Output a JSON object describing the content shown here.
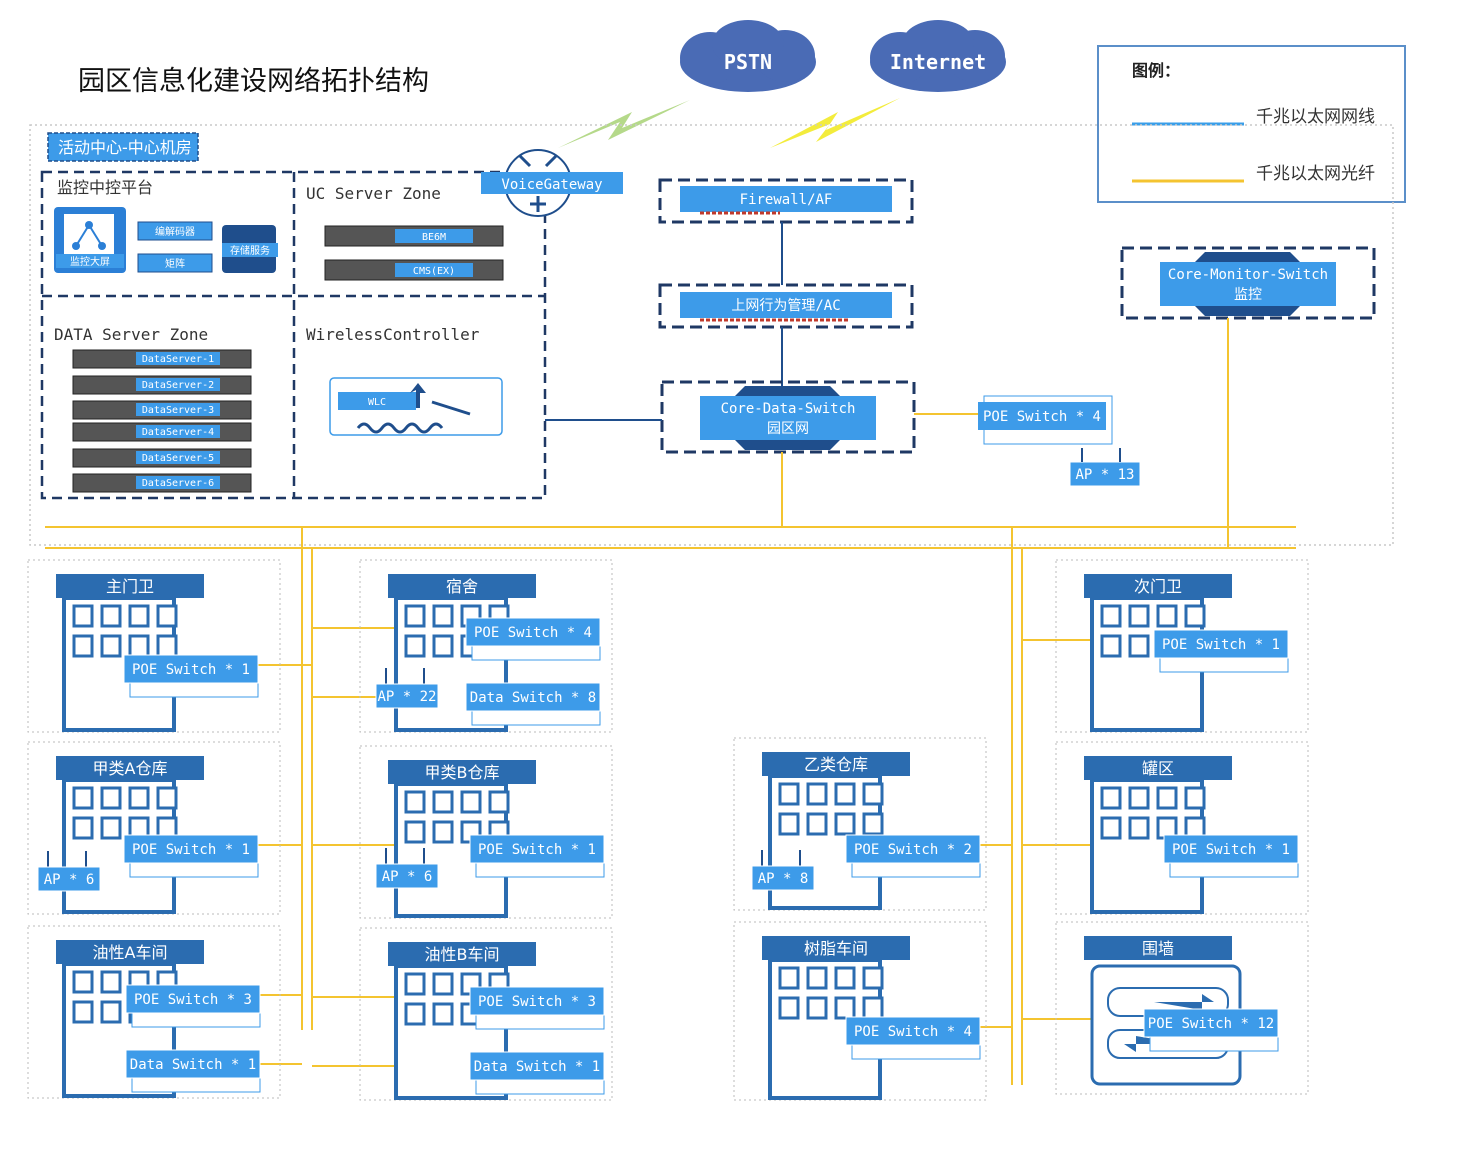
{
  "title": "园区信息化建设网络拓扑结构",
  "clouds": {
    "pstn": "PSTN",
    "internet": "Internet"
  },
  "legend": {
    "title": "图例：",
    "copper": "千兆以太网网线",
    "fiber": "千兆以太网光纤",
    "copper_color": "#3a9ee8",
    "fiber_color": "#f4c430"
  },
  "colors": {
    "accent": "#3d9be9",
    "dark": "#1f4e8c",
    "cloud": "#4a6bb5"
  },
  "datacenter": {
    "label": "活动中心-中心机房",
    "monitor_zone": {
      "label": "监控中控平台",
      "wall": "监控大屏",
      "decoder": "编解码器",
      "matrix": "矩阵",
      "storage": "存储服务"
    },
    "uc_zone": {
      "label": "UC Server Zone",
      "servers": [
        "BE6M",
        "CMS(EX)"
      ]
    },
    "data_zone": {
      "label": "DATA Server Zone",
      "servers": [
        "DataServer-1",
        "DataServer-2",
        "DataServer-3",
        "DataServer-4",
        "DataServer-5",
        "DataServer-6"
      ]
    },
    "wireless_zone": {
      "label": "WirelessController",
      "wlc": "WLC"
    },
    "voice_gateway": "VoiceGateway"
  },
  "core": {
    "firewall": "Firewall/AF",
    "ac": "上网行为管理/AC",
    "core_data_switch": [
      "Core-Data-Switch",
      "园区网"
    ],
    "core_monitor_switch": [
      "Core-Monitor-Switch",
      "监控"
    ],
    "poe_switch": "POE Switch * 4",
    "ap": "AP * 13"
  },
  "buildings": [
    {
      "name": "主门卫",
      "devices": [
        "POE Switch * 1"
      ],
      "ap": ""
    },
    {
      "name": "宿舍",
      "devices": [
        "POE Switch * 4",
        "Data Switch * 8"
      ],
      "ap": "AP * 22"
    },
    {
      "name": "次门卫",
      "devices": [
        "POE Switch * 1"
      ],
      "ap": ""
    },
    {
      "name": "甲类A仓库",
      "devices": [
        "POE Switch * 1"
      ],
      "ap": "AP * 6"
    },
    {
      "name": "甲类B仓库",
      "devices": [
        "POE Switch * 1"
      ],
      "ap": "AP * 6"
    },
    {
      "name": "乙类仓库",
      "devices": [
        "POE Switch * 2"
      ],
      "ap": "AP * 8"
    },
    {
      "name": "罐区",
      "devices": [
        "POE Switch * 1"
      ],
      "ap": ""
    },
    {
      "name": "油性A车间",
      "devices": [
        "POE Switch * 3",
        "Data Switch * 1"
      ],
      "ap": ""
    },
    {
      "name": "油性B车间",
      "devices": [
        "POE Switch * 3",
        "Data Switch * 1"
      ],
      "ap": ""
    },
    {
      "name": "树脂车间",
      "devices": [
        "POE Switch * 4"
      ],
      "ap": ""
    },
    {
      "name": "围墙",
      "devices": [
        "POE Switch * 12"
      ],
      "ap": ""
    }
  ]
}
